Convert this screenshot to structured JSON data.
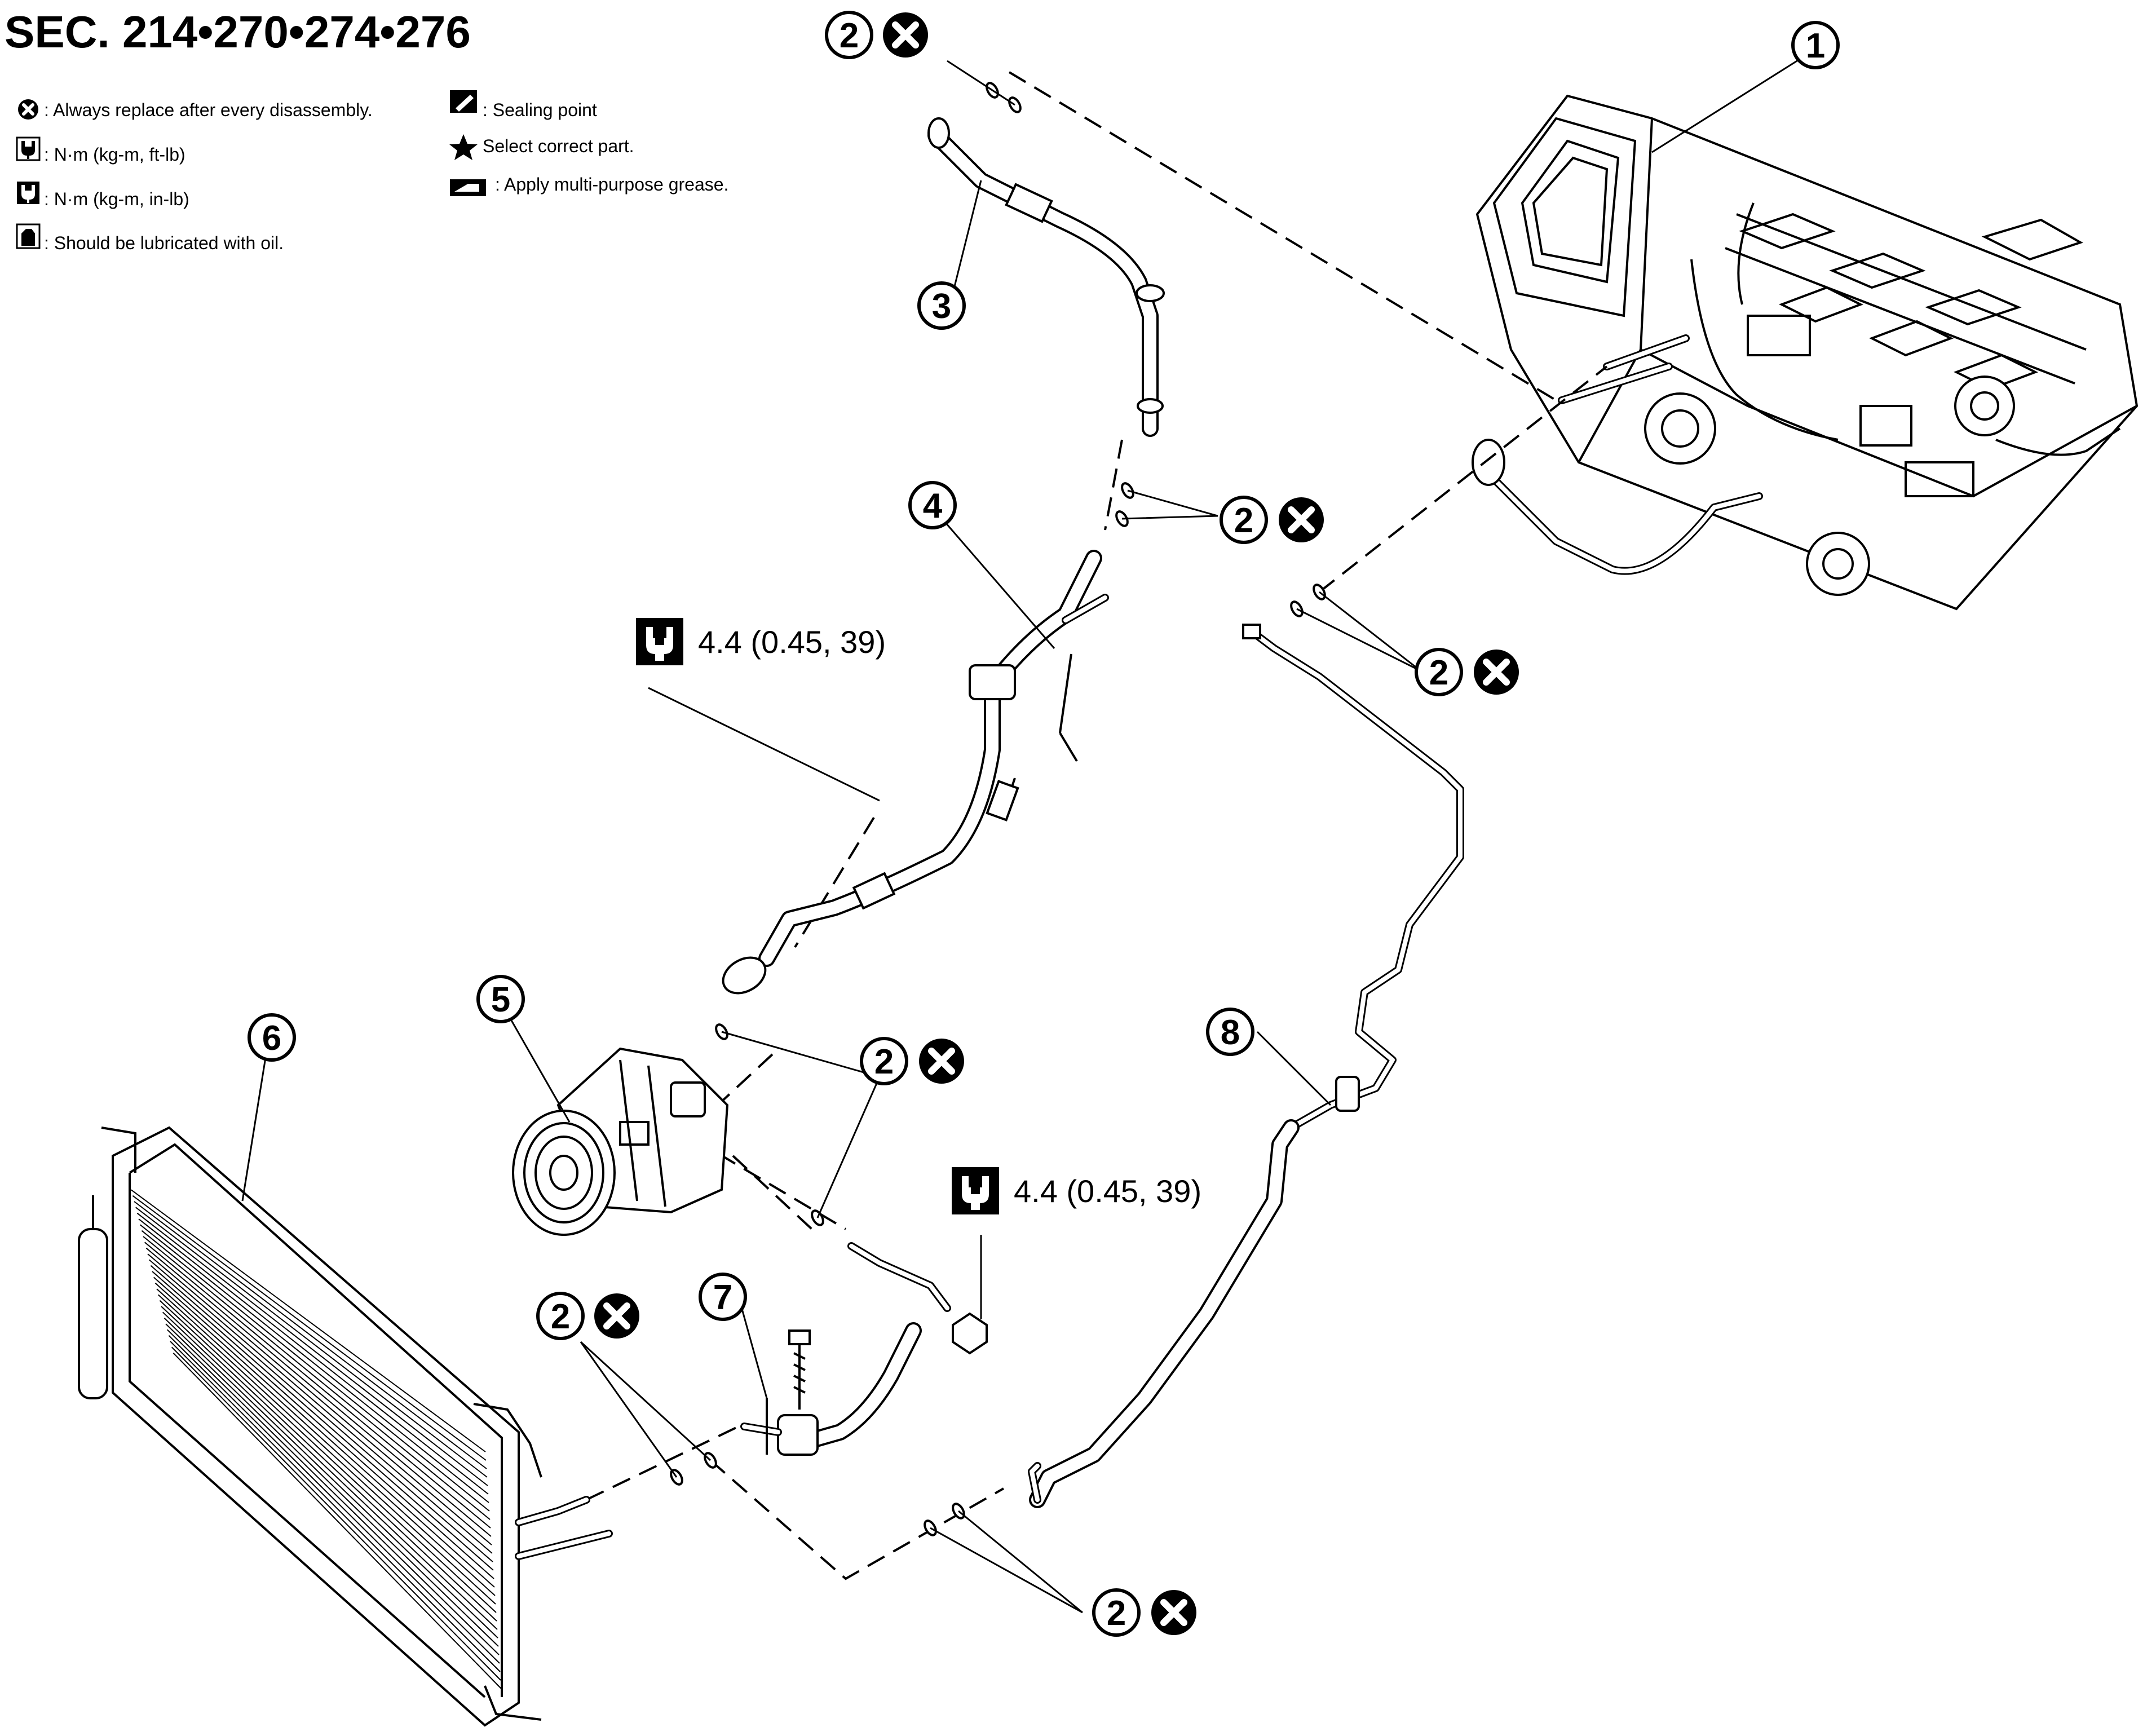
{
  "title": "SEC. 214•270•274•276",
  "legend": {
    "replace": ": Always replace after every disassembly.",
    "torque_ft": ": N·m (kg-m, ft-lb)",
    "torque_in": ": N·m (kg-m, in-lb)",
    "oil": ": Should be lubricated with oil.",
    "sealing": ": Sealing point",
    "select": "Select correct part.",
    "grease": ": Apply multi-purpose grease."
  },
  "parts": {
    "p1": "1",
    "p2": "2",
    "p3": "3",
    "p4": "4",
    "p5": "5",
    "p6": "6",
    "p7": "7",
    "p8": "8"
  },
  "torque": {
    "upper": "4.4 (0.45, 39)",
    "lower": "4.4 (0.45, 39)"
  },
  "icons": [
    "replace-x-icon",
    "torque-wrench-icon",
    "oil-can-icon",
    "sealing-point-icon",
    "star-icon",
    "grease-icon"
  ],
  "colors": {
    "ink": "#000000",
    "paper": "#ffffff"
  }
}
